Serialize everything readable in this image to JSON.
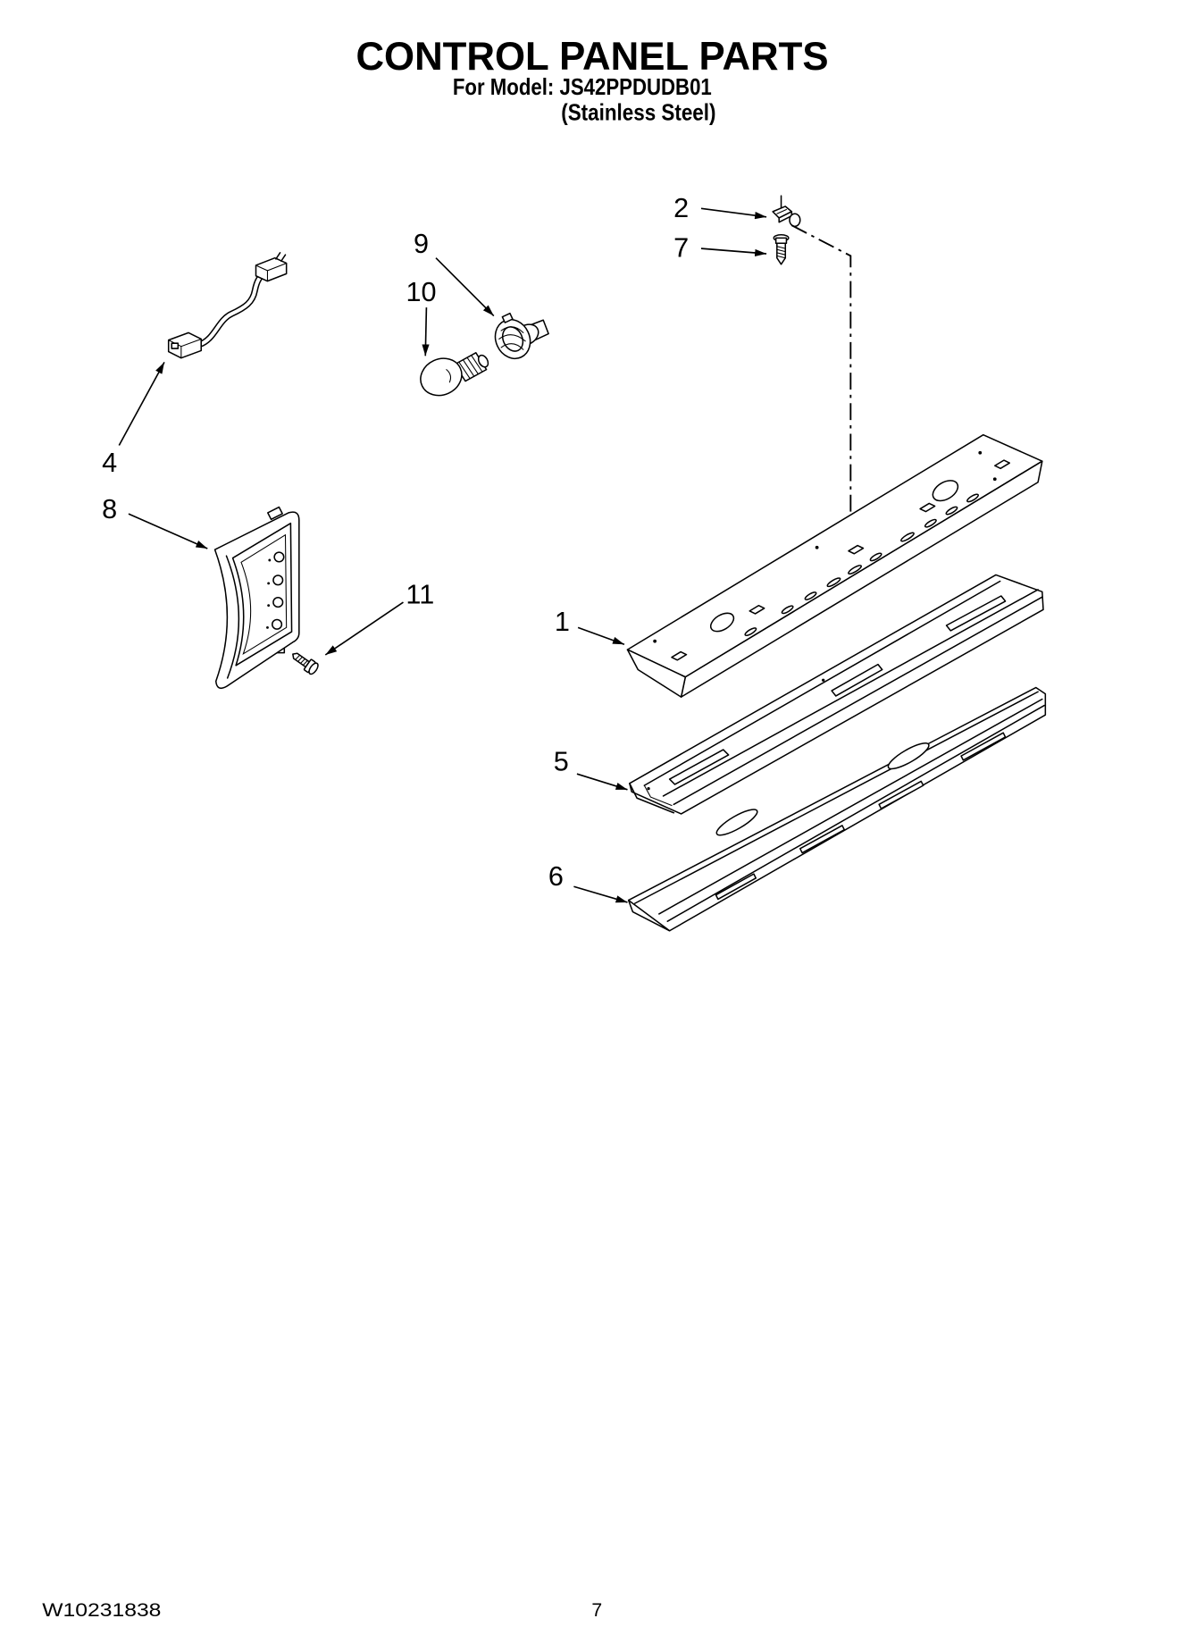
{
  "header": {
    "title": "CONTROL PANEL PARTS",
    "model_line": "For Model: JS42PPDUDB01",
    "finish_line": "(Stainless Steel)"
  },
  "callouts": [
    {
      "number": "2"
    },
    {
      "number": "7"
    },
    {
      "number": "9"
    },
    {
      "number": "10"
    },
    {
      "number": "4"
    },
    {
      "number": "8"
    },
    {
      "number": "11"
    },
    {
      "number": "1"
    },
    {
      "number": "5"
    },
    {
      "number": "6"
    }
  ],
  "footer": {
    "doc_number": "W10231838",
    "page_number": "7"
  },
  "colors": {
    "ink": "#000000",
    "paper": "#ffffff"
  }
}
